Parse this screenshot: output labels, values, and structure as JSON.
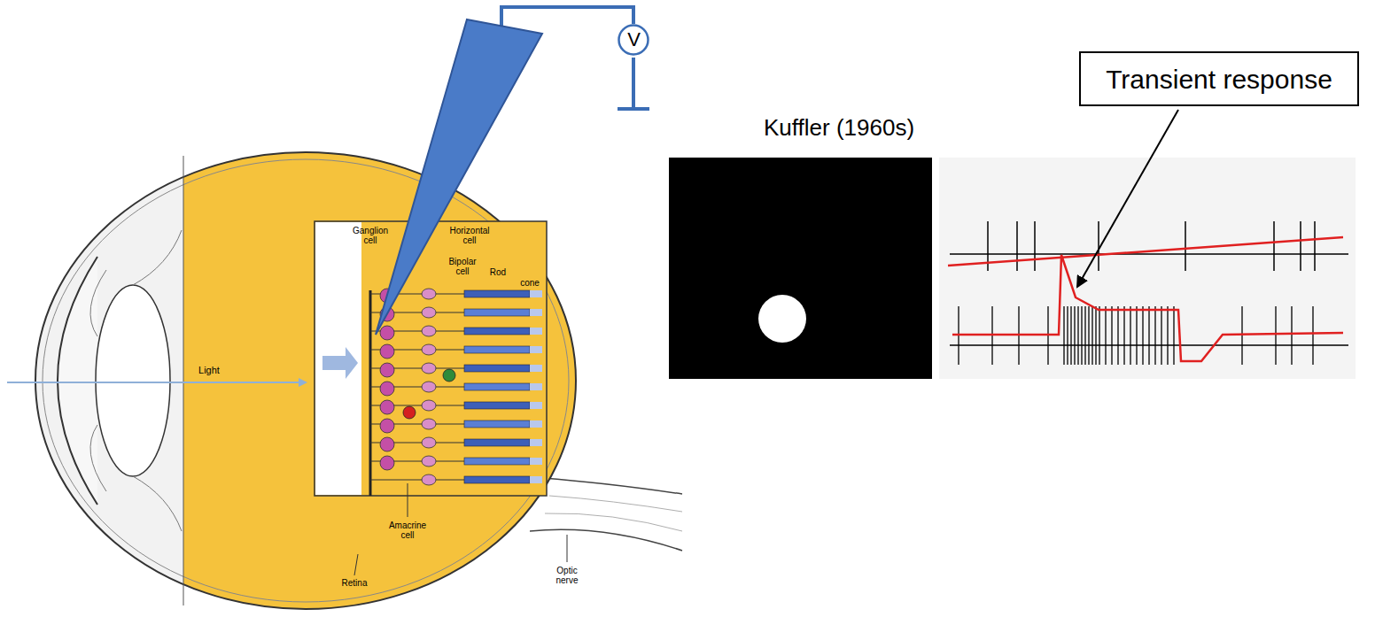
{
  "diagram": {
    "nodes": [
      {
        "text": [
          "V"
        ]
      },
      {
        "text": [
          "Transient response"
        ]
      }
    ],
    "labels": [
      "Kuffler (1960s)",
      "Ganglion cell",
      "Horizontal cell",
      "Bipolar cell",
      "Rod",
      "cone",
      "Light",
      "Amacrine cell",
      "Retina",
      "Optic nerve"
    ]
  }
}
